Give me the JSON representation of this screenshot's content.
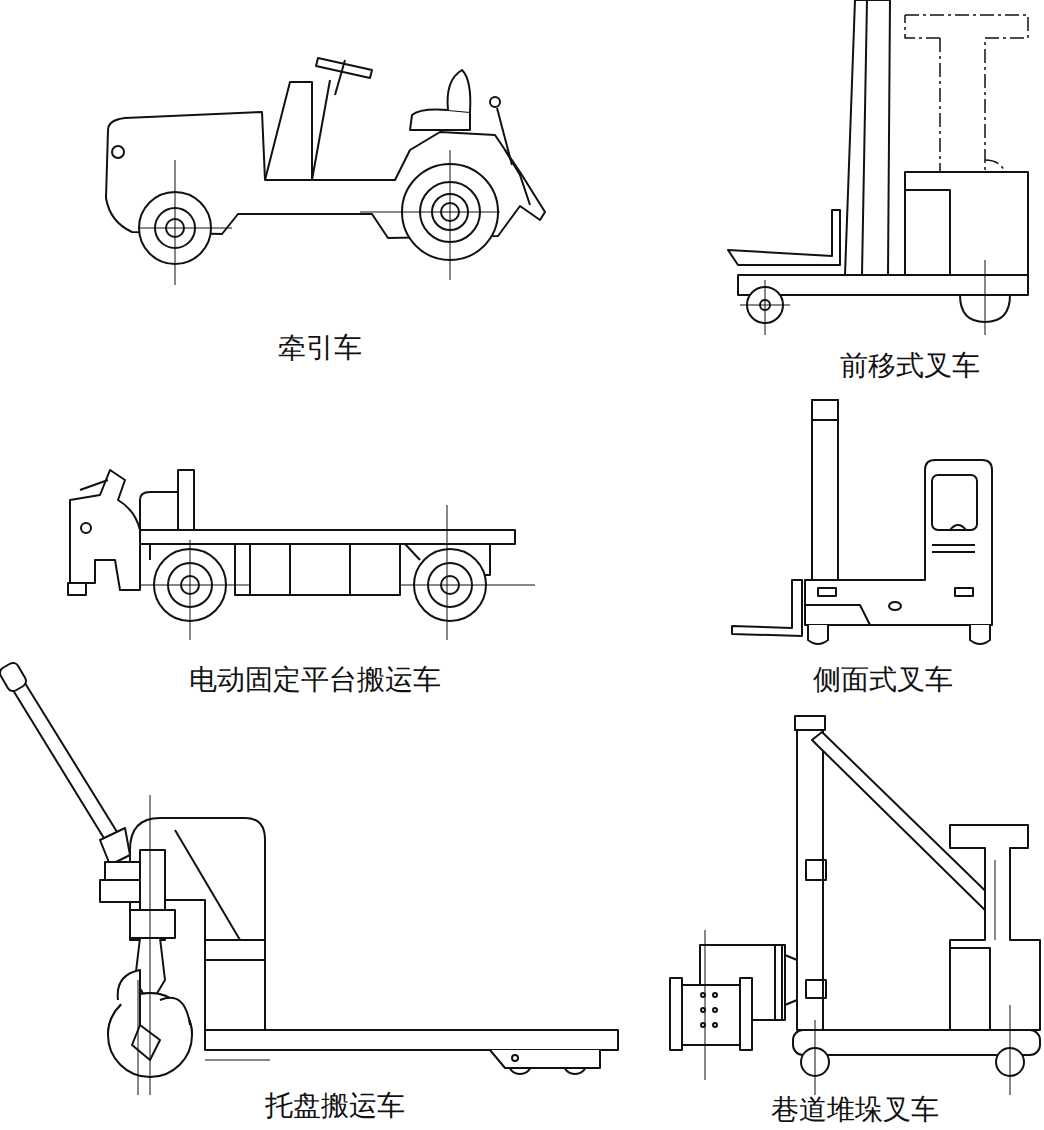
{
  "diagram": {
    "labels": [
      "牵引车",
      "前移式叉车",
      "电动固定平台搬运车",
      "侧面式叉车",
      "托盘搬运车",
      "巷道堆垛叉车"
    ]
  }
}
